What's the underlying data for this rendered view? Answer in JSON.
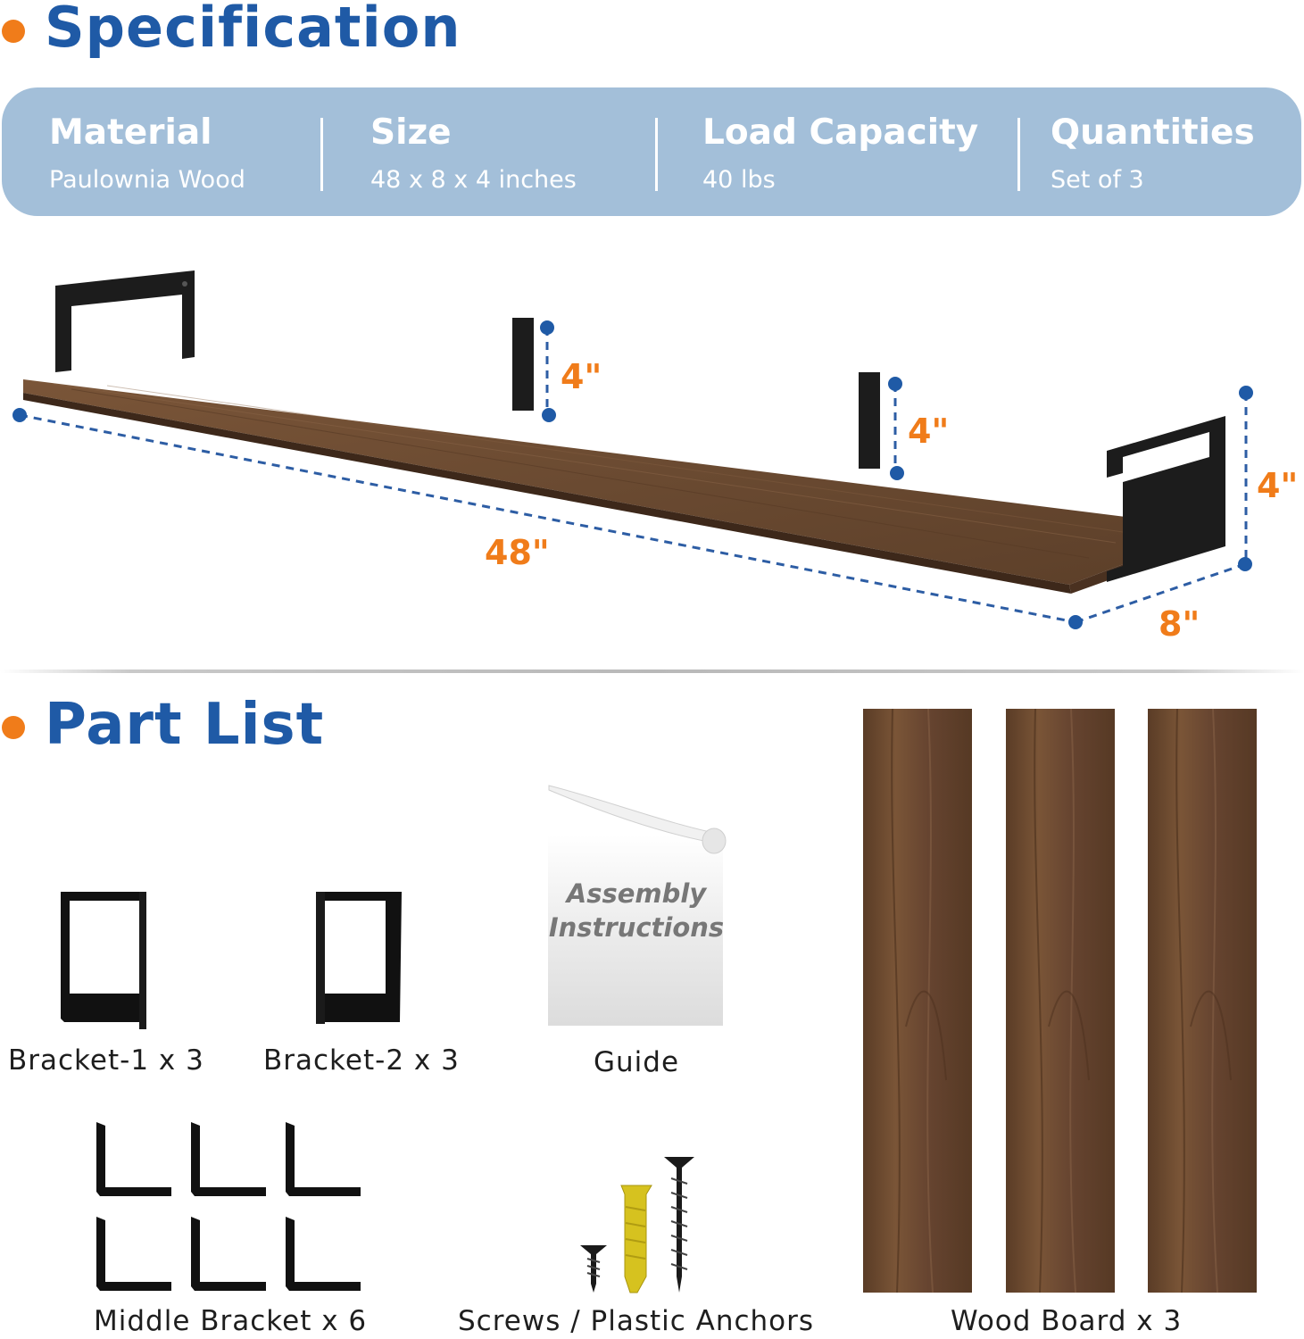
{
  "specification": {
    "title": "Specification",
    "items": [
      {
        "label": "Material",
        "value": "Paulownia Wood"
      },
      {
        "label": "Size",
        "value": "48 x 8 x 4 inches"
      },
      {
        "label": "Load Capacity",
        "value": "40 lbs"
      },
      {
        "label": "Quantities",
        "value": "Set of  3"
      }
    ]
  },
  "diagram": {
    "dims": {
      "length": "48\"",
      "depth": "8\"",
      "height_end": "4\"",
      "height_mid_1": "4\"",
      "height_mid_2": "4\""
    }
  },
  "part_list": {
    "title": "Part List",
    "parts": [
      {
        "label": "Bracket-1 x 3"
      },
      {
        "label": "Bracket-2 x 3"
      },
      {
        "label": "Guide"
      },
      {
        "label": "Middle Bracket x 6"
      },
      {
        "label": "Screws / Plastic Anchors"
      },
      {
        "label": "Wood Board x 3"
      }
    ],
    "guide_booklet": {
      "line1": "Assembly",
      "line2": "Instructions"
    }
  },
  "colors": {
    "accent": "#f07c1a",
    "title_blue": "#1f5aa6",
    "spec_bar": "#a3bfd9",
    "wood": "#6b4a30",
    "bracket": "#1c1c1c"
  }
}
